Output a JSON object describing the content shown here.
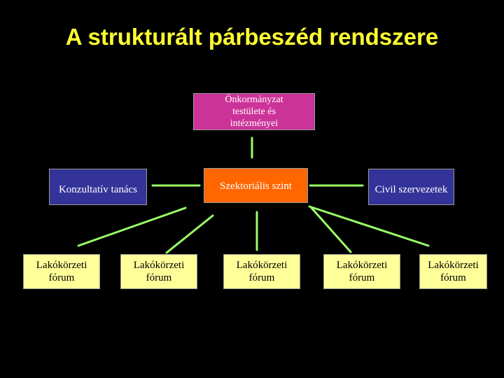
{
  "title": "A strukturált párbeszéd rendszere",
  "nodes": {
    "top": "Önkormányzat testülete és intézményei",
    "consultative": "Konzultatív tanács",
    "sectoral": "Szektoriális szint",
    "civil": "Civil szervezetek",
    "forum1": "Lakókörzeti fórum",
    "forum2": "Lakókörzeti fórum",
    "forum3": "Lakókörzeti fórum",
    "forum4": "Lakókörzeti fórum",
    "forum5": "Lakókörzeti fórum"
  },
  "colors": {
    "background": "#000000",
    "title": "#ffff33",
    "top": "#cc3399",
    "consultative": "#333399",
    "sectoral": "#ff6600",
    "civil": "#333399",
    "forum": "#ffff99",
    "connector": "#99ff66"
  }
}
